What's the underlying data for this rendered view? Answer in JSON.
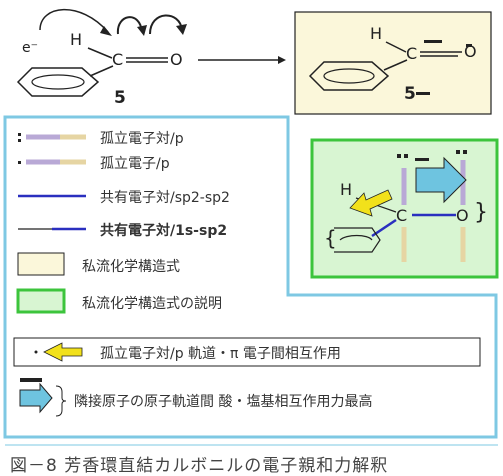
{
  "top_left": {
    "electron_label": "e⁻",
    "atom_h": "H",
    "atom_c": "C",
    "atom_o": "O",
    "compound_number": "5"
  },
  "top_right": {
    "atom_h": "H",
    "atom_c": "C",
    "atom_o": "O",
    "compound_number": "5",
    "dot_dash_glyph": "˙ ˙"
  },
  "legend": {
    "items": [
      {
        "label": "孤立電子対/p"
      },
      {
        "label": "孤立電子/p"
      },
      {
        "label": "共有電子対/sp2-sp2"
      },
      {
        "label": "共有電子対/1s-sp2"
      },
      {
        "label": "私流化学構造式"
      },
      {
        "label": "私流化学構造式の説明"
      },
      {
        "label": "孤立電子対/p 軌道・π 電子間相互作用"
      },
      {
        "label": "隣接原子の原子軌道間 酸・塩基相互作用力最高"
      }
    ]
  },
  "explain_box": {
    "atom_h": "H",
    "atom_c": "C",
    "atom_o": "O",
    "brace_left": "{",
    "brace_right": "}"
  },
  "caption": "図－8 芳香環直結カルボニルの電子親和力解釈",
  "colors": {
    "lone_pair_purple": "#b9a9d6",
    "lone_electron_tan": "#e6d5a3",
    "bond_blue": "#2a2fbf",
    "cyan_frame": "#7ec8e3",
    "green_frame": "#3cc43c",
    "yellow_box": "#fbf7da",
    "green_box": "#d8f5d2",
    "arrow_yellow": "#f2e11b",
    "arrow_cyan": "#6ec4e0"
  }
}
